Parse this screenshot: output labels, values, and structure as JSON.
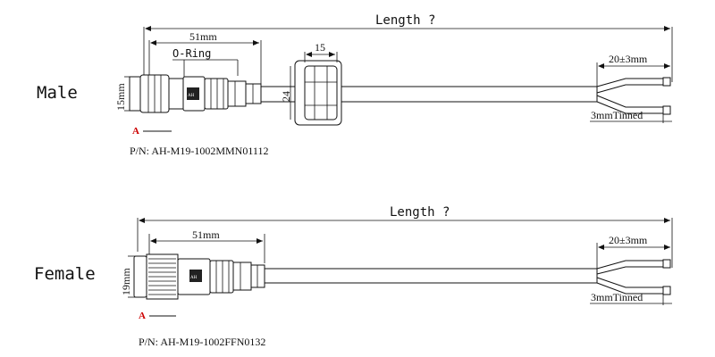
{
  "male": {
    "label": "Male",
    "length": "Length ?",
    "dim_total": "51mm",
    "oring": "O-Ring",
    "height": "15mm",
    "nut_width": "15",
    "nut_height": "24",
    "strip": "20±3mm",
    "tinned": "3mmTinned",
    "view_marker": "A",
    "part_number": "P/N: AH-M19-1002MMN01112"
  },
  "female": {
    "label": "Female",
    "length": "Length ?",
    "dim_total": "51mm",
    "height": "19mm",
    "strip": "20±3mm",
    "tinned": "3mmTinned",
    "view_marker": "A",
    "part_number": "P/N: AH-M19-1002FFN0132"
  }
}
